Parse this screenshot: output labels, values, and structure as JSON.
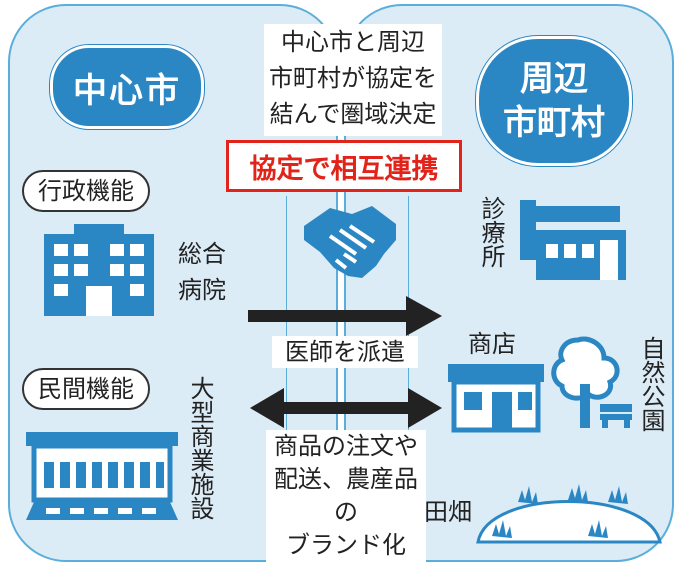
{
  "left": {
    "title": "中心市"
  },
  "right": {
    "title": "周辺\n市町村"
  },
  "center": {
    "agreement_lines": [
      "中心市と周辺",
      "市町村が協定を",
      "結んで圏域決定"
    ],
    "highlight": "協定で相互連携"
  },
  "functions": {
    "admin": "行政機能",
    "private": "民間機能"
  },
  "facilities": {
    "hospital": "総合病院",
    "clinic": "診療所",
    "shop": "商店",
    "park": "自然公園",
    "commercial": "大型商業施設",
    "farm": "田畑"
  },
  "arrows": {
    "dispatch": "医師を派遣",
    "exchange": [
      "商品の注文や",
      "配送、農産品の",
      "ブランド化"
    ]
  },
  "colors": {
    "accent": "#2b87c4",
    "panel": "#dcecf7",
    "highlight": "#e2231a"
  }
}
